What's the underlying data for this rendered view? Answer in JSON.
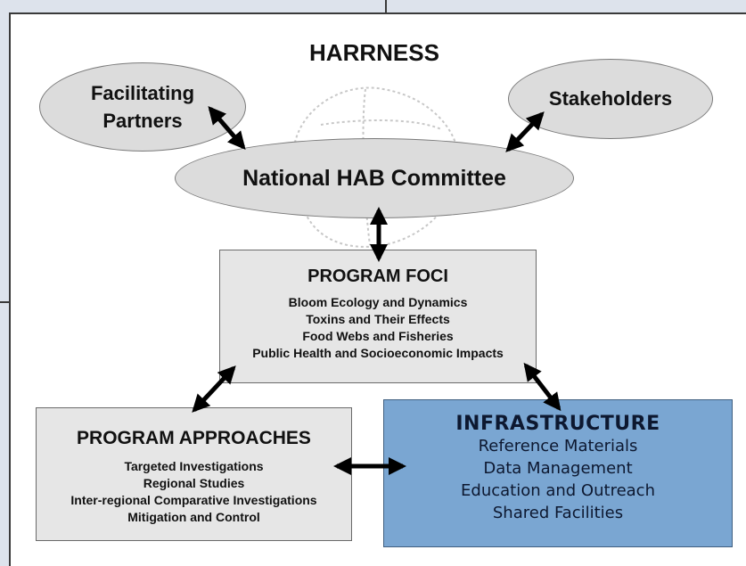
{
  "title": "HARRNESS",
  "nodes": {
    "facilitating_partners": "Facilitating\nPartners",
    "stakeholders": "Stakeholders",
    "national_hab_committee": "National HAB Committee"
  },
  "program_foci": {
    "title": "PROGRAM FOCI",
    "items": [
      "Bloom Ecology and Dynamics",
      "Toxins and Their Effects",
      "Food Webs and Fisheries",
      "Public Health and Socioeconomic Impacts"
    ]
  },
  "program_approaches": {
    "title": "PROGRAM APPROACHES",
    "items": [
      "Targeted Investigations",
      "Regional Studies",
      "Inter-regional Comparative Investigations",
      "Mitigation and Control"
    ]
  },
  "infrastructure": {
    "title": "INFRASTRUCTURE",
    "items": [
      "Reference Materials",
      "Data Management",
      "Education and Outreach",
      "Shared Facilities"
    ]
  },
  "colors": {
    "ellipse_fill": "#dcdcdc",
    "box_fill": "#e6e6e6",
    "infrastructure_fill": "#7aa6d2",
    "arrow": "#000000"
  }
}
